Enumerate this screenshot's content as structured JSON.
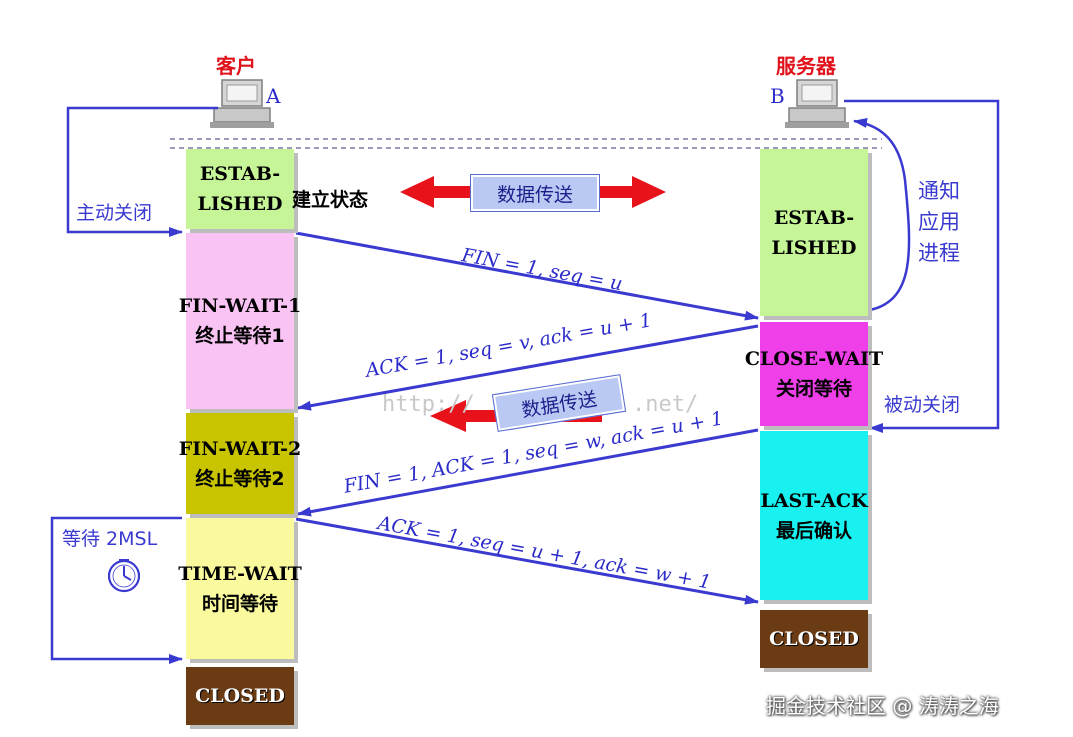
{
  "client": {
    "title": "客户",
    "host": "A"
  },
  "server": {
    "title": "服务器",
    "host": "B"
  },
  "client_states": {
    "established": {
      "line1": "ESTAB-",
      "line2": "LISHED"
    },
    "established_cn": "建立状态",
    "fin_wait_1": {
      "en": "FIN-WAIT-1",
      "cn": "终止等待1"
    },
    "fin_wait_2": {
      "en": "FIN-WAIT-2",
      "cn": "终止等待2"
    },
    "time_wait": {
      "en": "TIME-WAIT",
      "cn": "时间等待"
    },
    "closed": "CLOSED"
  },
  "server_states": {
    "established": {
      "line1": "ESTAB-",
      "line2": "LISHED"
    },
    "close_wait": {
      "en": "CLOSE-WAIT",
      "cn": "关闭等待"
    },
    "last_ack": {
      "en": "LAST-ACK",
      "cn": "最后确认"
    },
    "closed": "CLOSED"
  },
  "messages": {
    "fin1": "FIN = 1, seq = u",
    "ack1": "ACK = 1, seq = v, ack = u + 1",
    "fin2": "FIN = 1, ACK = 1, seq = w, ack = u + 1",
    "ack2": "ACK = 1, seq = u + 1, ack = w + 1"
  },
  "labels": {
    "active_close": "主动关闭",
    "passive_close": "被动关闭",
    "notify_app": {
      "l1": "通知",
      "l2": "应用",
      "l3": "进程"
    },
    "wait_2msl": "等待 2MSL",
    "data_transfer_1": "数据传送",
    "data_transfer_2": "数据传送"
  },
  "watermark": "http://",
  "watermark2": ".net/",
  "credit": "掘金技术社区 @ 涛涛之海",
  "colors": {
    "established": "#c6f598",
    "fin_wait_1": "#f9c4f4",
    "fin_wait_2": "#c8c400",
    "time_wait": "#fbf99d",
    "closed": "#6b3c13",
    "close_wait": "#ef3fe9",
    "last_ack": "#19f0f0",
    "arrow_blue": "#3a3ad0",
    "arrow_red": "#e8121b"
  }
}
